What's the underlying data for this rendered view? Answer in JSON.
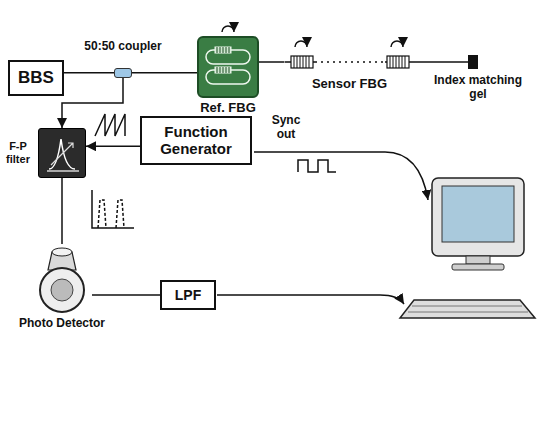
{
  "diagram": {
    "nodes": [
      {
        "text": [
          "BBS"
        ]
      },
      {
        "text": [
          "50:50 coupler"
        ]
      },
      {
        "text": [
          "Ref. FBG"
        ]
      },
      {
        "text": [
          "Sensor FBG"
        ]
      },
      {
        "text": [
          "F-P filter"
        ]
      },
      {
        "text": [
          "Function Generator"
        ]
      },
      {
        "text": [
          "Photo Detector"
        ]
      },
      {
        "text": [
          "LPF"
        ]
      }
    ],
    "edges": [
      {
        "from": 0,
        "to": 1,
        "arrow": "none"
      },
      {
        "from": 1,
        "to": 2,
        "arrow": "none"
      },
      {
        "from": 2,
        "to": 3,
        "arrow": "none"
      },
      {
        "from": 1,
        "to": 4,
        "arrow": "to"
      },
      {
        "from": 5,
        "to": 4,
        "arrow": "to"
      },
      {
        "from": 4,
        "to": 6,
        "arrow": "none"
      },
      {
        "from": 6,
        "to": 7,
        "arrow": "none"
      }
    ],
    "labels": [
      "Index matching gel",
      "Sync out"
    ]
  }
}
